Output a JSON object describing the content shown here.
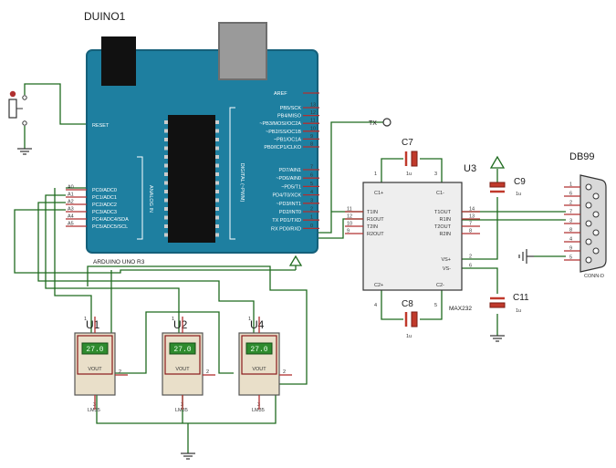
{
  "labels": {
    "arduino_ref": "DUINO1",
    "arduino_model": "ARDUINO UNO R3",
    "aref": "AREF",
    "reset": "RESET",
    "analog_header": "ANALOG IN",
    "digital_header": "DIGITAL (~PWM)",
    "tx_terminal": "TX",
    "max_ref": "U3",
    "max_part": "MAX232",
    "c7": "C7",
    "c8": "C8",
    "c9": "C9",
    "c11": "C11",
    "cap_value": "1u",
    "connector_ref": "DB99",
    "connector_part": "CONN-D",
    "u1": "U1",
    "u2": "U2",
    "u4": "U4",
    "sensor_part": "LM35",
    "sensor_vout": "VOUT",
    "sensor_display": "27.0",
    "sensor_pins": [
      "1",
      "2",
      "3"
    ]
  },
  "analog_pins": [
    "PC0/ADC0",
    "PC1/ADC1",
    "PC2/ADC2",
    "PC3/ADC3",
    "PC4/ADC4/SDA",
    "PC5/ADC5/SCL"
  ],
  "analog_pin_labels": [
    "A0",
    "A1",
    "A2",
    "A3",
    "A4",
    "A5"
  ],
  "digital_pins": [
    "PB5/SCK",
    "PB4/MISO",
    "~PB3/MOSI/OC2A",
    "~PB2/SS/OC1B",
    "~PB1/OC1A",
    "PB0/ICP1/CLKO",
    "PD7/AIN1",
    "~PD6/AIN0",
    "~PD5/T1",
    "PD4/T0/XCK",
    "~PD3/INT1",
    "PD2/INT0",
    "TX PD1/TXD",
    "RX PD0/RXD"
  ],
  "digital_pin_numbers": [
    "13",
    "12",
    "11",
    "10",
    "9",
    "8",
    "7",
    "6",
    "5",
    "4",
    "3",
    "2",
    "1",
    "0"
  ],
  "max_left_pins": [
    "T1IN",
    "R1OUT",
    "T2IN",
    "R2OUT"
  ],
  "max_left_nums": [
    "11",
    "12",
    "10",
    "9"
  ],
  "max_right_pins": [
    "T1OUT",
    "R1IN",
    "T2OUT",
    "R2IN"
  ],
  "max_right_nums": [
    "14",
    "13",
    "7",
    "8"
  ],
  "max_cap_pins": [
    "C1+",
    "C1-",
    "C2+",
    "C2-"
  ],
  "max_cap_nums": [
    "1",
    "3",
    "4",
    "5"
  ],
  "max_supply_pins": [
    "VS+",
    "VS-"
  ],
  "max_supply_nums": [
    "2",
    "6"
  ],
  "db9_pins": [
    "1",
    "6",
    "2",
    "7",
    "3",
    "8",
    "4",
    "9",
    "5"
  ],
  "colors": {
    "board": "#1e7fa0",
    "board_dark": "#15607a",
    "wire": "#1f6b1f",
    "pin_red": "#b03030",
    "chip": "#111111",
    "ic_fill": "#eeeeee",
    "sensor_fill": "#e9dfc9",
    "sensor_border": "#8b1a1a",
    "lcd": "#2e8b2e",
    "cap_red": "#c0392b",
    "connector": "#d9d9d9"
  }
}
